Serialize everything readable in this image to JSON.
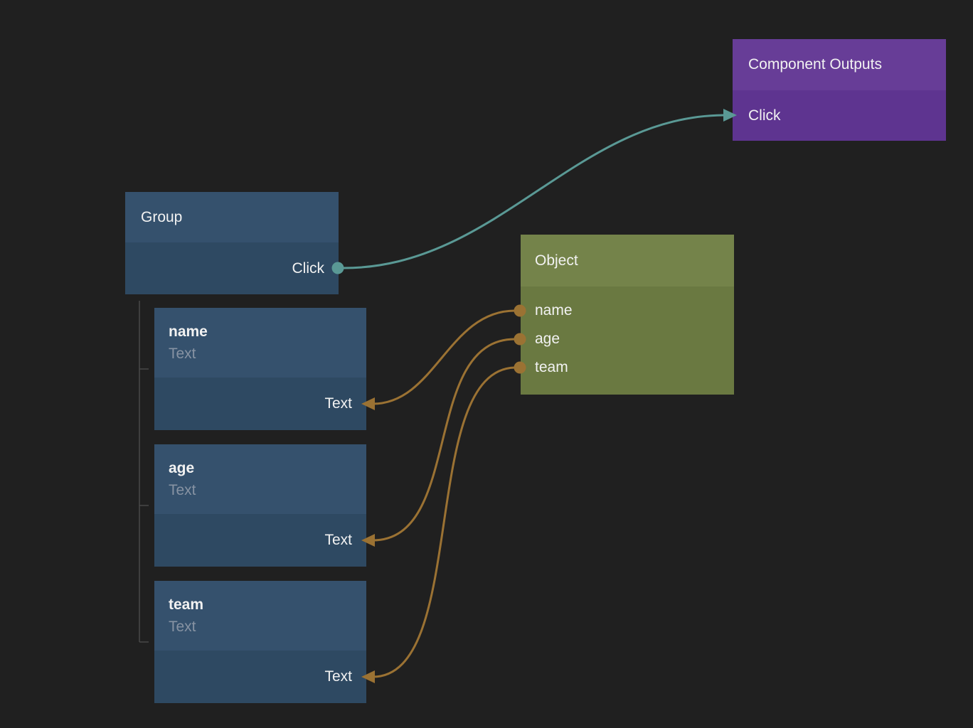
{
  "colors": {
    "background": "#202020",
    "node_blue_header": "#35516d",
    "node_blue_body": "#2e4962",
    "node_purple_header": "#673d97",
    "node_purple_body": "#5e3490",
    "node_olive_header": "#74834a",
    "node_olive_body": "#6a7941",
    "edge_teal": "#5a9995",
    "edge_orange": "#9b7233",
    "text_primary": "#f2f2f2",
    "text_muted": "#8793a3",
    "tree_line": "#484848"
  },
  "nodes": {
    "component_outputs": {
      "title": "Component Outputs",
      "inputs": [
        {
          "label": "Click"
        }
      ]
    },
    "group": {
      "title": "Group",
      "outputs": [
        {
          "label": "Click"
        }
      ]
    },
    "object": {
      "title": "Object",
      "outputs": [
        {
          "label": "name"
        },
        {
          "label": "age"
        },
        {
          "label": "team"
        }
      ]
    },
    "field_name": {
      "title": "name",
      "subtitle": "Text",
      "input_label": "Text"
    },
    "field_age": {
      "title": "age",
      "subtitle": "Text",
      "input_label": "Text"
    },
    "field_team": {
      "title": "team",
      "subtitle": "Text",
      "input_label": "Text"
    }
  },
  "edges": [
    {
      "from": "Group.Click",
      "to": "Component Outputs.Click",
      "color": "#5a9995"
    },
    {
      "from": "Object.name",
      "to": "name.Text",
      "color": "#9b7233"
    },
    {
      "from": "Object.age",
      "to": "age.Text",
      "color": "#9b7233"
    },
    {
      "from": "Object.team",
      "to": "team.Text",
      "color": "#9b7233"
    }
  ]
}
